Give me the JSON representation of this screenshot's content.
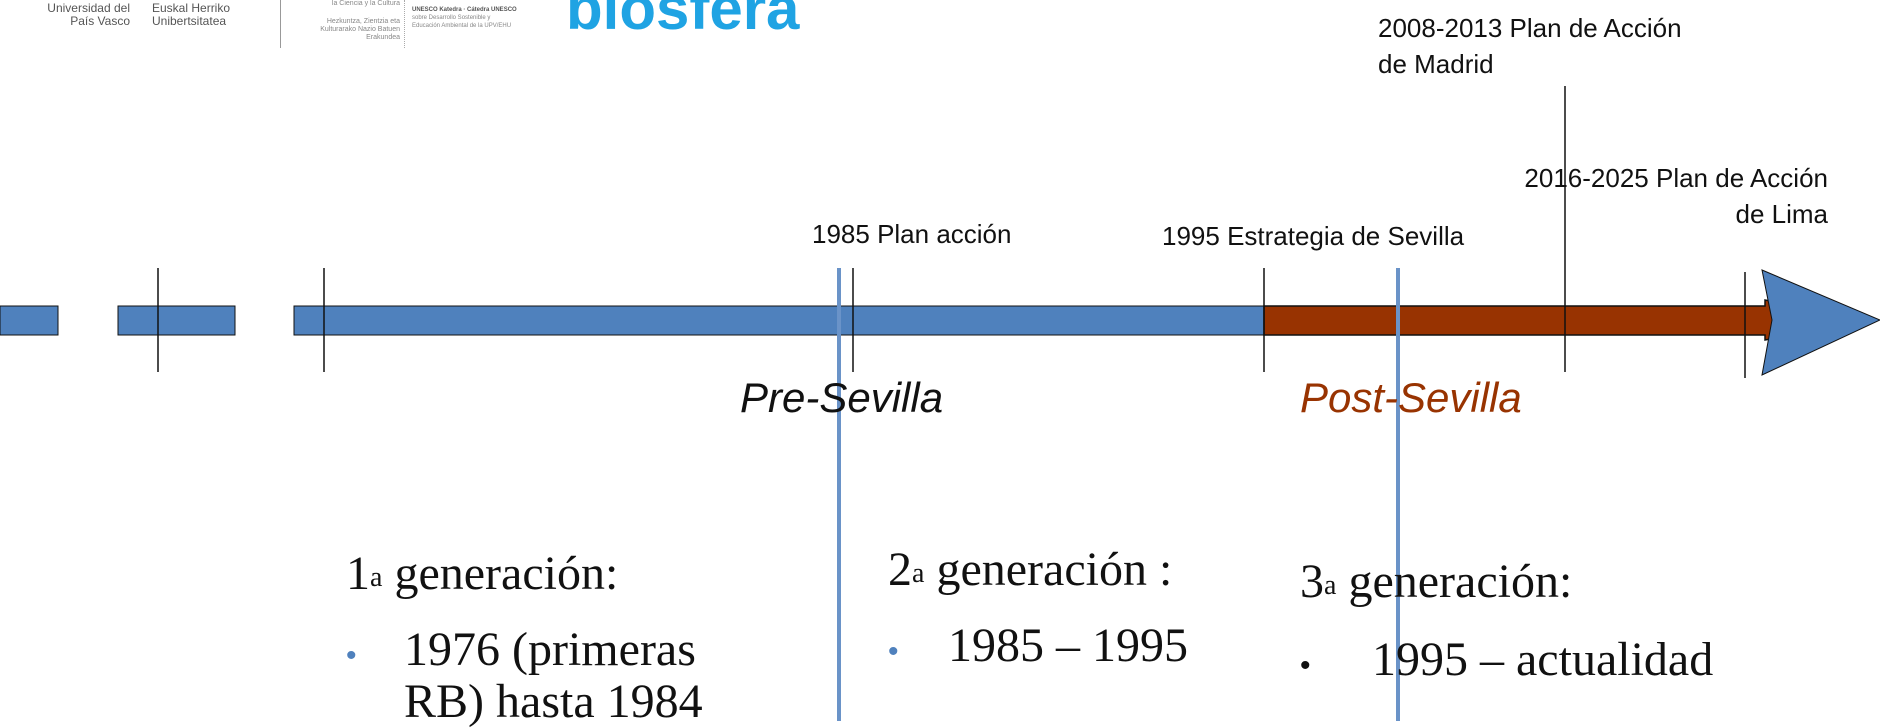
{
  "header": {
    "logo_upv_es": "Universidad del País Vasco",
    "logo_upv_eu": "Euskal Herriko Unibertsitatea",
    "logo_unesco_es": "la Ciencia y la Cultura",
    "logo_unesco_eu": "Hezkuntza, Zientzia eta Kulturarako Nazio Batuen Erakundea",
    "logo_chair_1": "UNESCO Katedra · Cátedra UNESCO",
    "logo_chair_2": "sobre Desarrollo Sostenible y",
    "logo_chair_3": "Educación Ambiental de la UPV/EHU",
    "title": "biosfera"
  },
  "milestones": {
    "m1985": "1985 Plan acción",
    "m1995": "1995 Estrategia de Sevilla",
    "m2008_l1": "2008-2013 Plan de Acción",
    "m2008_l2": "de Madrid",
    "m2016_l1": "2016-2025 Plan de Acción",
    "m2016_l2": "de Lima"
  },
  "phases": {
    "pre": "Pre-Sevilla",
    "post": "Post-Sevilla"
  },
  "generations": [
    {
      "num": "1",
      "sup": "a",
      "label": " generación:",
      "bullet": "•",
      "text_l1": "1976 (primeras",
      "text_l2": "RB) hasta 1984"
    },
    {
      "num": "2",
      "sup": "a",
      "label": " generación :",
      "bullet": "•",
      "text_l1": "1985 – 1995"
    },
    {
      "num": "3",
      "sup": "a",
      "label": " generación:",
      "bullet": "•",
      "text_l1": "1995 – actualidad"
    }
  ],
  "colors": {
    "blue": "#4f81bd",
    "brown": "#983301",
    "title": "#1fa3e3",
    "divider": "#6a93c8"
  }
}
